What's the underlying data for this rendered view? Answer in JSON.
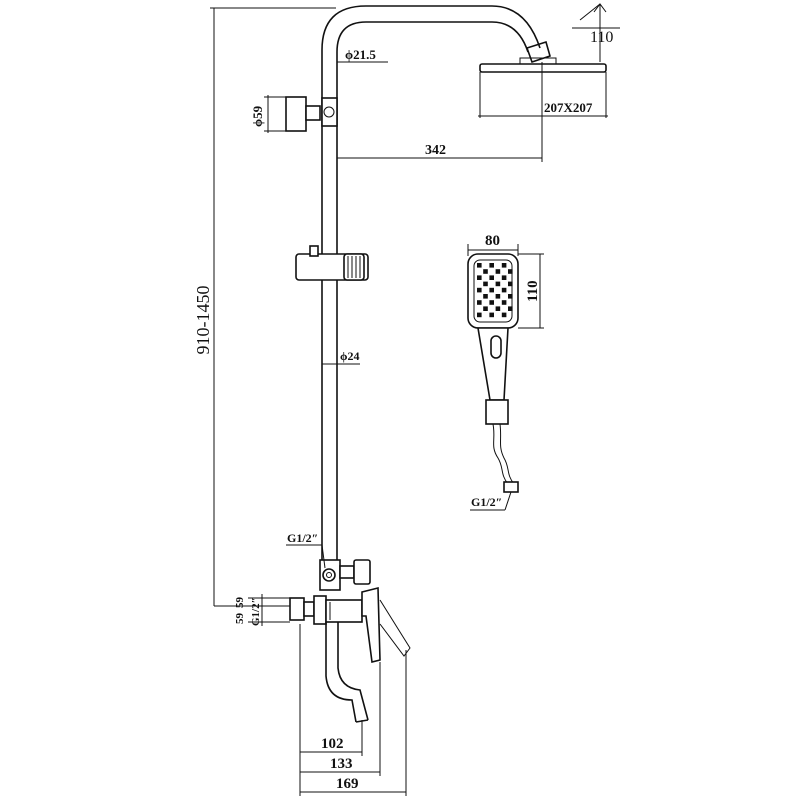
{
  "dimensions": {
    "height_range": "910-1450",
    "head_drop": "110",
    "arm_diameter": "ϕ21.5",
    "bracket_diameter": "ϕ59",
    "head_size": "207X207",
    "arm_reach": "342",
    "handshower_width": "80",
    "handshower_height": "110",
    "rail_diameter": "ϕ24",
    "hose_thread": "G1/2″",
    "diverter_thread": "G1/2″",
    "wall_flange": "59",
    "wall_flange_2": "59",
    "inlet_thread": "G1/2″",
    "spout_102": "102",
    "spout_133": "133",
    "spout_169": "169"
  },
  "colors": {
    "line": "#111111",
    "background": "#ffffff"
  }
}
